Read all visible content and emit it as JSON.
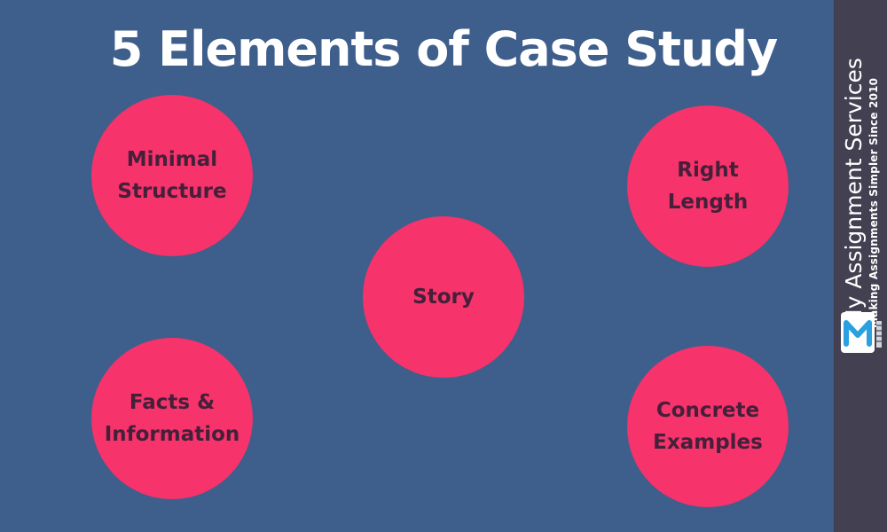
{
  "title": "5 Elements of Case Study",
  "colors": {
    "background": "#3e5e8c",
    "circle_fill": "#f6336a",
    "circle_text": "#44203a",
    "title_text": "#ffffff",
    "brand_bar": "#434052",
    "logo_accent": "#2aa0e0"
  },
  "elements": [
    {
      "lines": [
        "Minimal",
        "Structure"
      ]
    },
    {
      "lines": [
        "Right",
        "Length"
      ]
    },
    {
      "lines": [
        "Story"
      ]
    },
    {
      "lines": [
        "Facts &",
        "Information"
      ]
    },
    {
      "lines": [
        "Concrete",
        "Examples"
      ]
    }
  ],
  "brand": {
    "name": "My Assignment Services",
    "tagline": "Making Assignments Simpler Since 2010",
    "logo_icon": "m-logo-icon"
  }
}
